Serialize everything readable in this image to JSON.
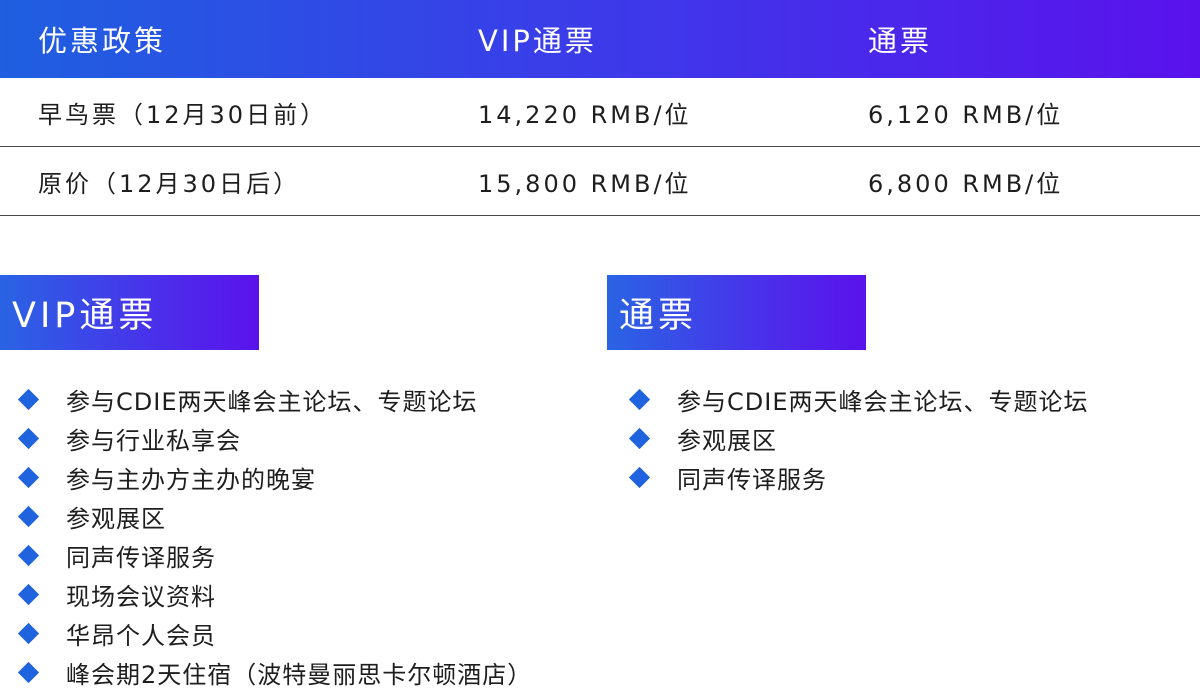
{
  "pricing_table": {
    "headers": [
      "优惠政策",
      "VIP通票",
      "通票"
    ],
    "rows": [
      {
        "policy": "早鸟票（12月30日前）",
        "vip": "14,220 RMB/位",
        "standard": "6,120 RMB/位"
      },
      {
        "policy": "原价（12月30日后）",
        "vip": "15,800 RMB/位",
        "standard": "6,800 RMB/位"
      }
    ]
  },
  "vip_section": {
    "title": "VIP通票",
    "benefits": [
      "参与CDIE两天峰会主论坛、专题论坛",
      "参与行业私享会",
      "参与主办方主办的晚宴",
      "参观展区",
      "同声传译服务",
      "现场会议资料",
      "华昂个人会员",
      "峰会期2天住宿（波特曼丽思卡尔顿酒店）"
    ]
  },
  "standard_section": {
    "title": "通票",
    "benefits": [
      "参与CDIE两天峰会主论坛、专题论坛",
      "参观展区",
      "同声传译服务"
    ]
  },
  "icons": {
    "bullet": "diamond-bullet-icon"
  },
  "colors": {
    "header_gradient_start": "#1f5fe0",
    "header_gradient_end": "#5a12ec",
    "bullet": "#1f63de",
    "row_divider": "#4a4a4a"
  }
}
